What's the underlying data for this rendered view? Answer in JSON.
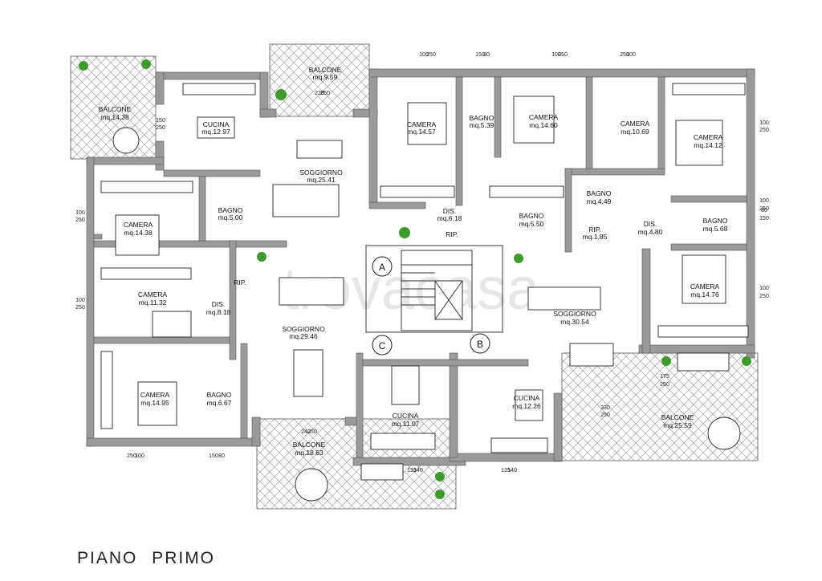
{
  "floor_title": "PIANO PRIMO",
  "watermark": "trovacasa",
  "stair_markers": [
    "A",
    "B",
    "C"
  ],
  "rooms": [
    {
      "name": "BALCONE",
      "area": "mq.14.38"
    },
    {
      "name": "CUCINA",
      "area": "mq.12.97"
    },
    {
      "name": "BALCONE",
      "area": "mq.9.59"
    },
    {
      "name": "SOGGIORNO",
      "area": "mq.25.41"
    },
    {
      "name": "CAMERA",
      "area": "mq.14.57"
    },
    {
      "name": "BAGNO",
      "area": "mq.5.39"
    },
    {
      "name": "CAMERA",
      "area": "mq.14.60"
    },
    {
      "name": "CAMERA",
      "area": "mq.10.69"
    },
    {
      "name": "CAMERA",
      "area": "mq.14.12"
    },
    {
      "name": "BAGNO",
      "area": "mq.5.00"
    },
    {
      "name": "CAMERA",
      "area": "mq.14.38"
    },
    {
      "name": "DIS.",
      "area": "mq.6.18"
    },
    {
      "name": "BAGNO",
      "area": "mq.5.50"
    },
    {
      "name": "BAGNO",
      "area": "mq.4.49"
    },
    {
      "name": "BAGNO",
      "area": "mq.5.68"
    },
    {
      "name": "RIP.",
      "area": "mq.1.85"
    },
    {
      "name": "DIS.",
      "area": "mq.4.80"
    },
    {
      "name": "CAMERA",
      "area": "mq.11.32"
    },
    {
      "name": "DIS.",
      "area": "mq.8.18"
    },
    {
      "name": "SOGGIORNO",
      "area": "mq.29.46"
    },
    {
      "name": "SOGGIORNO",
      "area": "mq.30.54"
    },
    {
      "name": "CAMERA",
      "area": "mq.14.76"
    },
    {
      "name": "CAMERA",
      "area": "mq.14.95"
    },
    {
      "name": "BAGNO",
      "area": "mq.6.67"
    },
    {
      "name": "CUCINA",
      "area": "mq.11.07"
    },
    {
      "name": "CUCINA",
      "area": "mq.12.26"
    },
    {
      "name": "BALCONE",
      "area": "mq.18.63"
    },
    {
      "name": "BALCONE",
      "area": "mq.25.59"
    }
  ],
  "rip_labels": [
    "RIP.",
    "RIP."
  ],
  "dimensions": [
    "150",
    "250",
    "220",
    "250",
    "100",
    "250",
    "150",
    "80",
    "100",
    "250",
    "250",
    "100",
    "100",
    "250",
    "100",
    "250",
    "80",
    "150",
    "100",
    "250",
    "100",
    "250",
    "100",
    "250",
    "175",
    "250",
    "330",
    "250",
    "250",
    "100",
    "150",
    "80",
    "240",
    "250",
    "135",
    "140",
    "135",
    "140"
  ]
}
